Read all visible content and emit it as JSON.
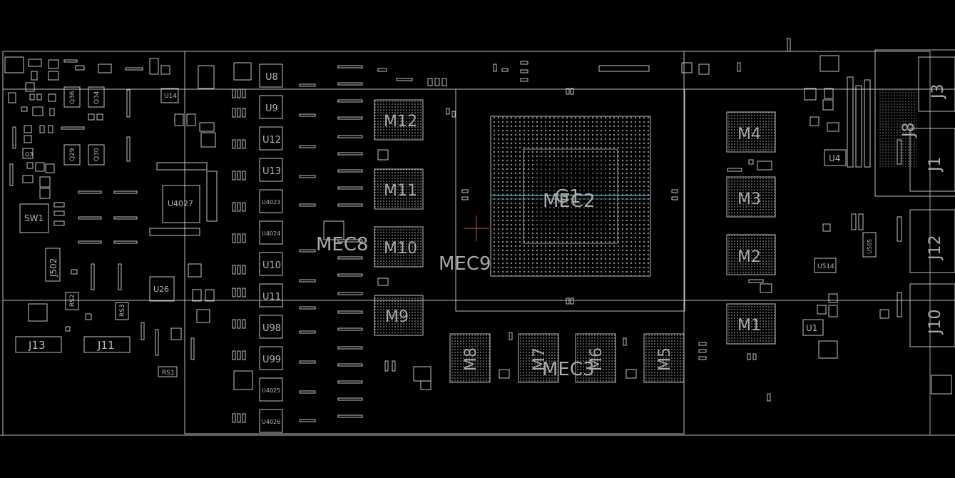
{
  "colors": {
    "background": "#000000",
    "outline": "#bdbdbd",
    "label": "#a9a9a9",
    "marker": "#c05050",
    "trace": "#38b6c6"
  },
  "labels": {
    "mec8": "MEC8",
    "mec9": "MEC9",
    "mec2": "MEC2",
    "mec3": "MEC3",
    "gpu": "G1",
    "m12": "M12",
    "m11": "M11",
    "m10": "M10",
    "m9": "M9",
    "m8": "M8",
    "m7": "M7",
    "m6": "M6",
    "m5": "M5",
    "m4": "M4",
    "m3": "M3",
    "m2": "M2",
    "m1": "M1",
    "u8": "U8",
    "u9": "U9",
    "u12": "U12",
    "u13": "U13",
    "u4023": "U4023",
    "u4024": "U4024",
    "u10": "U10",
    "u11": "U11",
    "u98": "U98",
    "u99": "U99",
    "u4025": "U4025",
    "u4026": "U4026",
    "u4027": "U4027",
    "u26": "U26",
    "u14": "U14",
    "u4": "U4",
    "u505": "U505",
    "u514": "U514",
    "u1": "U1",
    "sw1": "SW1",
    "j502": "J502",
    "j13": "J13",
    "j11": "J11",
    "rs1": "RS1",
    "rs2": "RS2",
    "rs3": "RS3",
    "j3": "J3",
    "j8": "J8",
    "j1": "J1",
    "j12": "J12",
    "j10": "J10",
    "q36": "Q36",
    "q34": "Q34",
    "q29": "Q29",
    "q30": "Q30",
    "q3": "Q3"
  }
}
